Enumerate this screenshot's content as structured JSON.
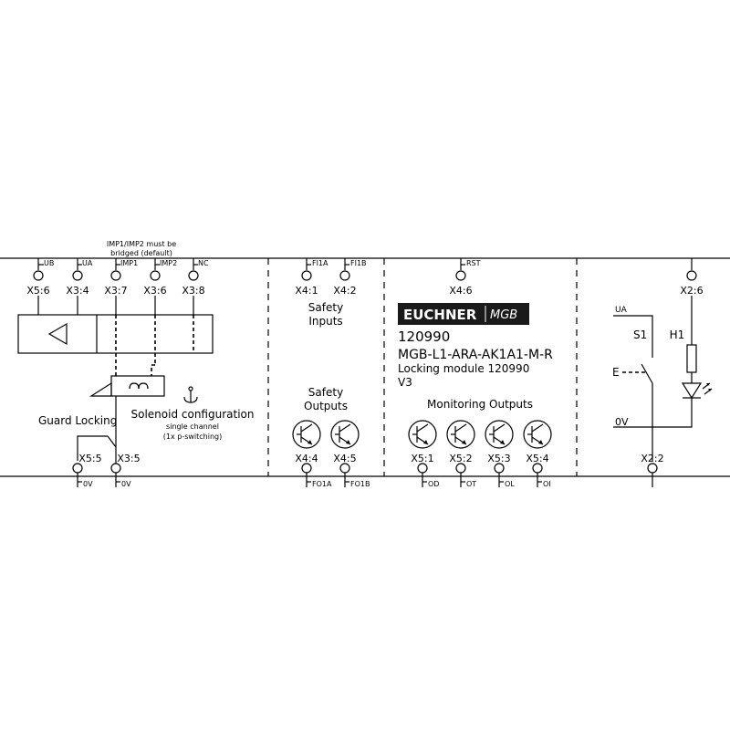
{
  "note": {
    "line1": "IMP1/IMP2 must be",
    "line2": "bridged (default)"
  },
  "top_signals": {
    "ub": "UB",
    "ua": "UA",
    "imp1": "IMP1",
    "imp2": "IMP2",
    "nc": "NC",
    "fi1a": "FI1A",
    "fi1b": "FI1B",
    "rst": "RST"
  },
  "terminals": {
    "x5_6": "X5:6",
    "x3_4": "X3:4",
    "x3_7": "X3:7",
    "x3_6": "X3:6",
    "x3_8": "X3:8",
    "x4_1": "X4:1",
    "x4_2": "X4:2",
    "x4_6": "X4:6",
    "x2_6": "X2:6",
    "x5_5": "X5:5",
    "x3_5": "X3:5",
    "x4_4": "X4:4",
    "x4_5": "X4:5",
    "x5_1": "X5:1",
    "x5_2": "X5:2",
    "x5_3": "X5:3",
    "x5_4": "X5:4",
    "x2_2": "X2:2"
  },
  "bottom_signals": {
    "ov_a": "0V",
    "ov_b": "0V",
    "fo1a": "FO1A",
    "fo1b": "FO1B",
    "od": "OD",
    "ot": "OT",
    "ol": "OL",
    "oi": "OI"
  },
  "labels": {
    "guard_locking": "Guard Locking",
    "solenoid_title": "Solenoid configuration",
    "solenoid_sub1": "single channel",
    "solenoid_sub2": "(1x p-switching)",
    "safety_inputs_1": "Safety",
    "safety_inputs_2": "Inputs",
    "safety_outputs_1": "Safety",
    "safety_outputs_2": "Outputs",
    "monitoring_outputs": "Monitoring Outputs"
  },
  "product": {
    "brand": "EUCHNER",
    "brand_sub": "MGB",
    "number": "120990",
    "model": "MGB-L1-ARA-AK1A1-M-R",
    "description": "Locking module 120990",
    "version": "V3"
  },
  "external": {
    "ua": "UA",
    "s1": "S1",
    "h1": "H1",
    "e": "E",
    "ov": "0V"
  },
  "colors": {
    "brand_background": "#1a1a1a",
    "line": "#000000"
  }
}
